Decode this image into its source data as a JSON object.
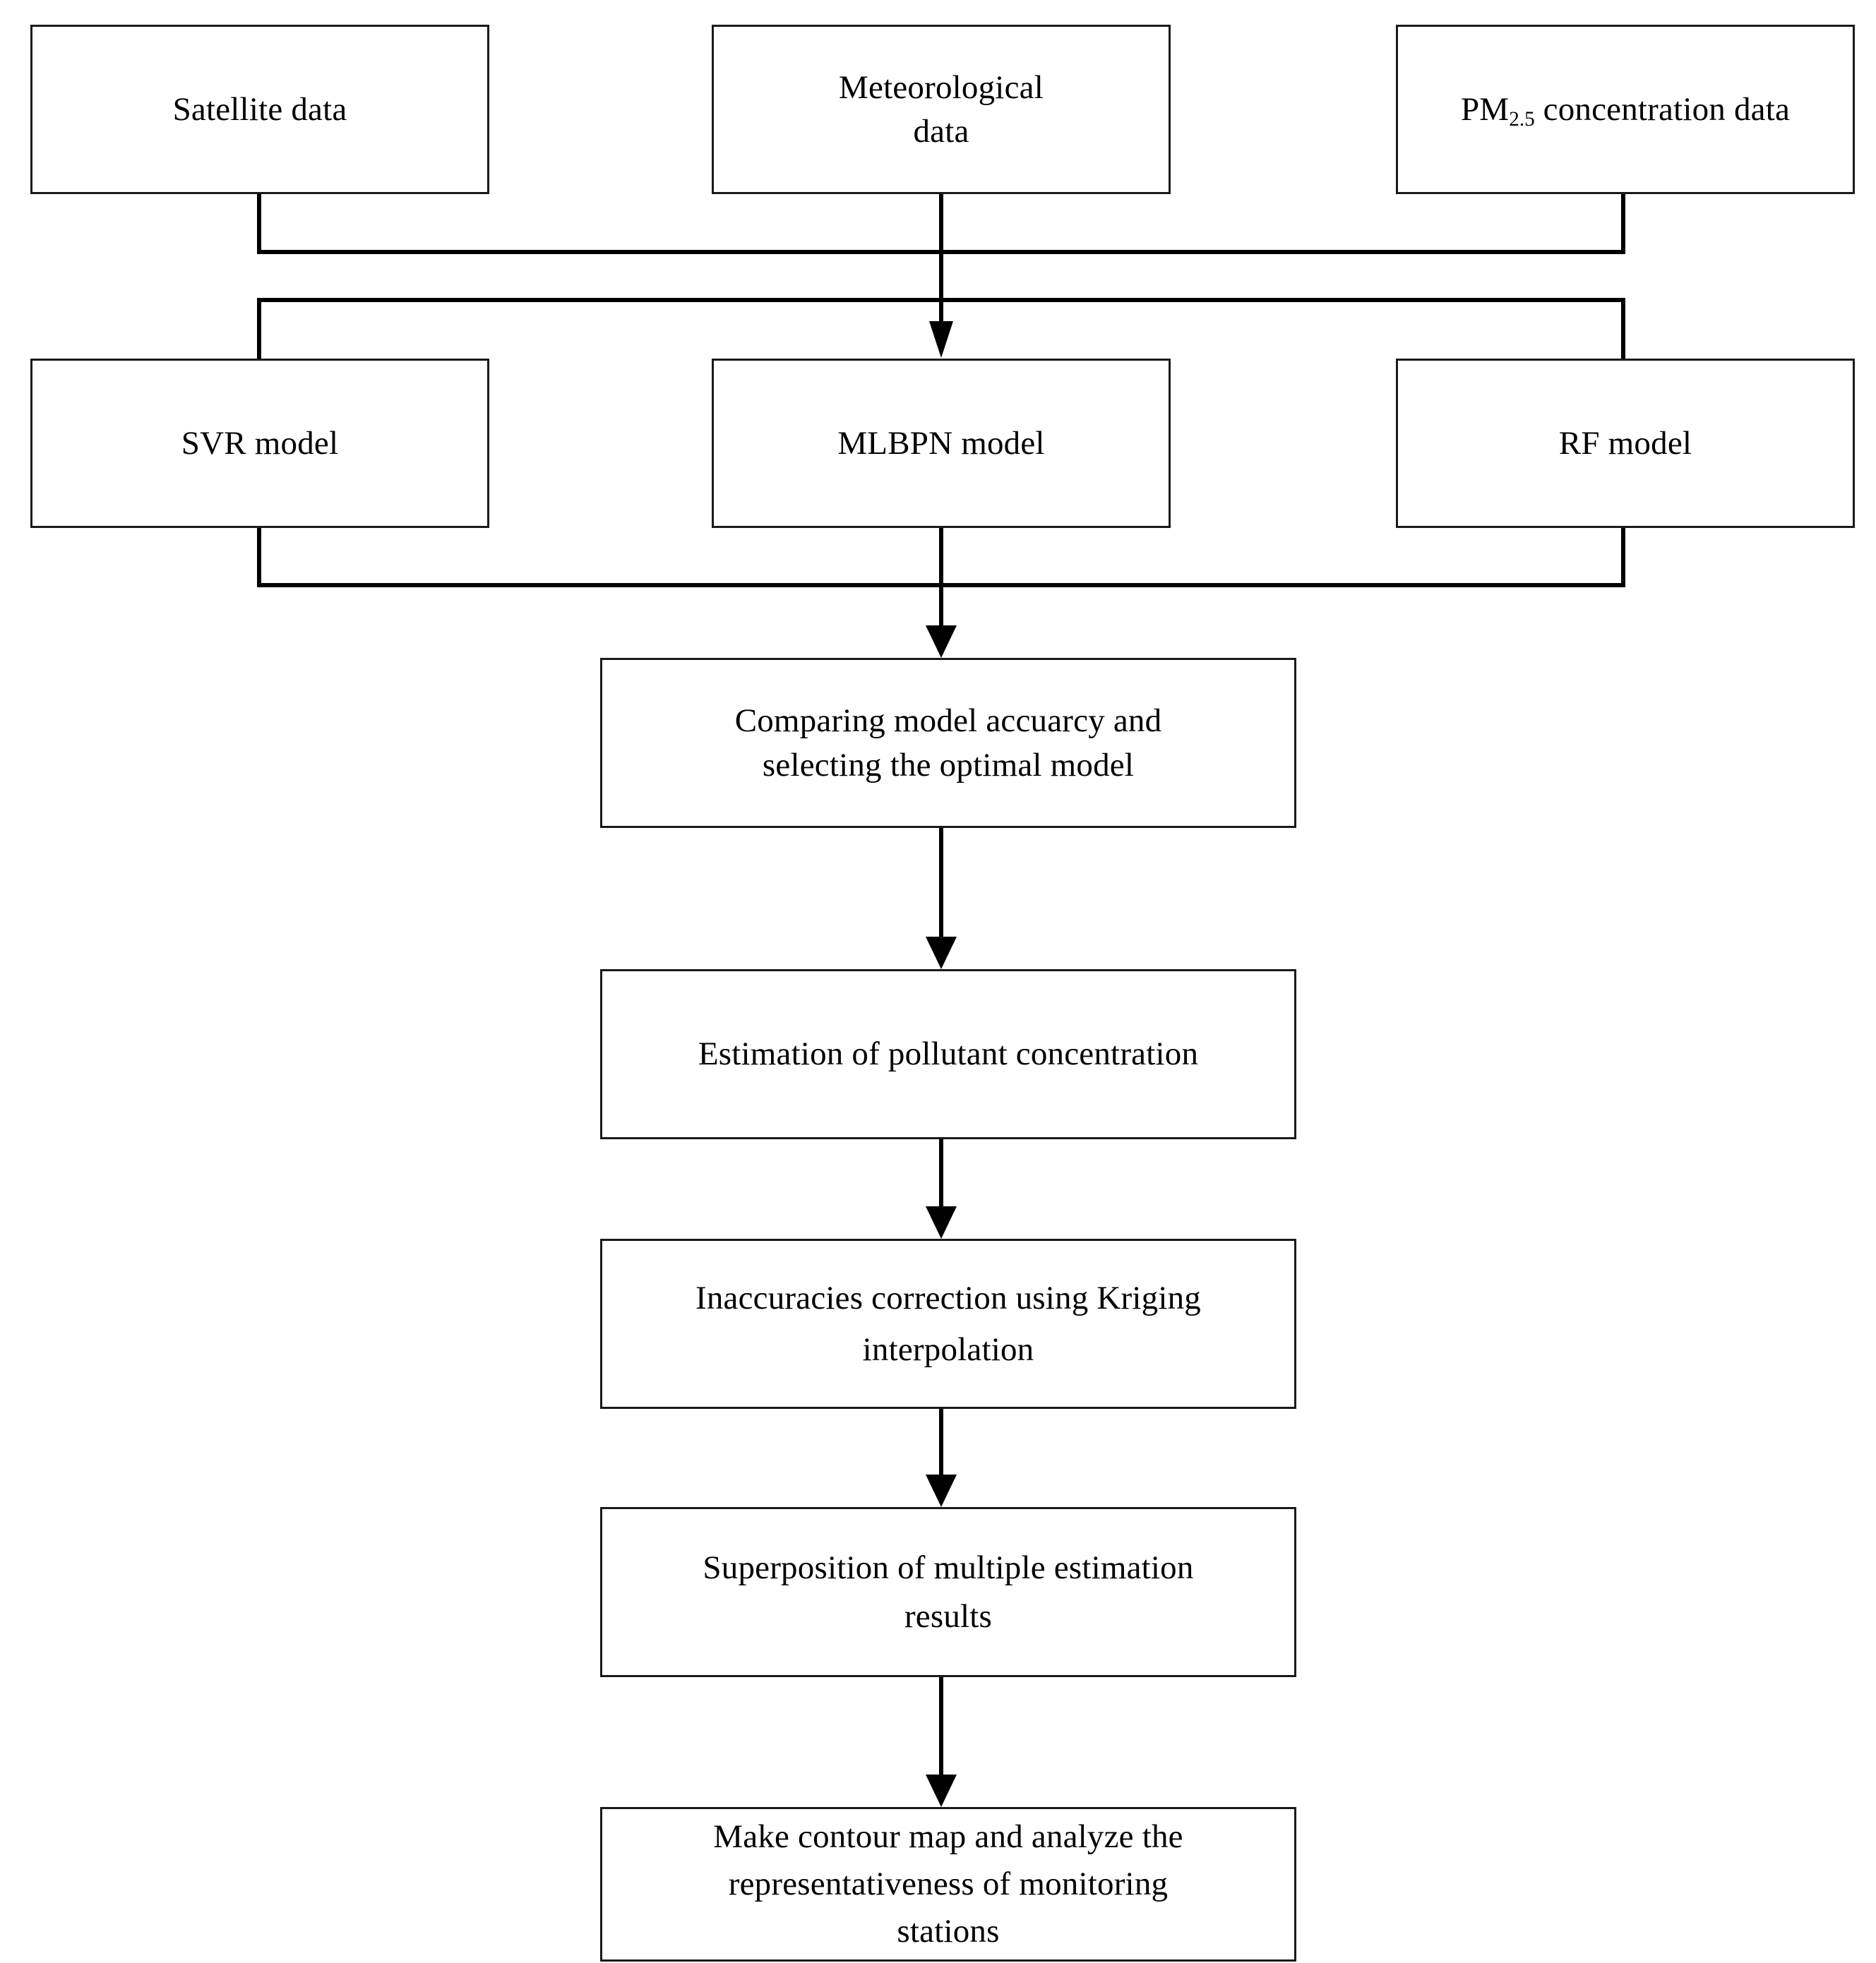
{
  "diagram": {
    "title": "PM2.5 concentration estimation workflow flowchart",
    "line_color": "#000000",
    "box_border_color": "#1a1a1a",
    "background_color": "#ffffff",
    "nodes": {
      "satellite_data": "Satellite data",
      "meteorological_data": "Meteorological\ndata",
      "pm_concentration_data_prefix": "PM",
      "pm_concentration_data_subscript": "2.5",
      "pm_concentration_data_suffix": " concentration data",
      "svr_model": "SVR model",
      "mlbpn_model": "MLBPN model",
      "rf_model": "RF model",
      "compare_models": "Comparing model accuarcy and\nselecting the optimal model",
      "estimation": "Estimation of pollutant concentration",
      "kriging": "Inaccuracies correction using Kriging\ninterpolation",
      "superposition": "Superposition of multiple estimation\nresults",
      "contour_map": "Make contour map and analyze the\nrepresentativeness of monitoring\nstations"
    },
    "edges": [
      {
        "from": "satellite_data",
        "to": "svr_model"
      },
      {
        "from": "satellite_data",
        "to": "mlbpn_model"
      },
      {
        "from": "satellite_data",
        "to": "rf_model"
      },
      {
        "from": "meteorological_data",
        "to": "svr_model"
      },
      {
        "from": "meteorological_data",
        "to": "mlbpn_model"
      },
      {
        "from": "meteorological_data",
        "to": "rf_model"
      },
      {
        "from": "pm_concentration_data",
        "to": "svr_model"
      },
      {
        "from": "pm_concentration_data",
        "to": "mlbpn_model"
      },
      {
        "from": "pm_concentration_data",
        "to": "rf_model"
      },
      {
        "from": "svr_model",
        "to": "compare_models"
      },
      {
        "from": "mlbpn_model",
        "to": "compare_models"
      },
      {
        "from": "rf_model",
        "to": "compare_models"
      },
      {
        "from": "compare_models",
        "to": "estimation"
      },
      {
        "from": "estimation",
        "to": "kriging"
      },
      {
        "from": "kriging",
        "to": "superposition"
      },
      {
        "from": "superposition",
        "to": "contour_map"
      }
    ]
  }
}
